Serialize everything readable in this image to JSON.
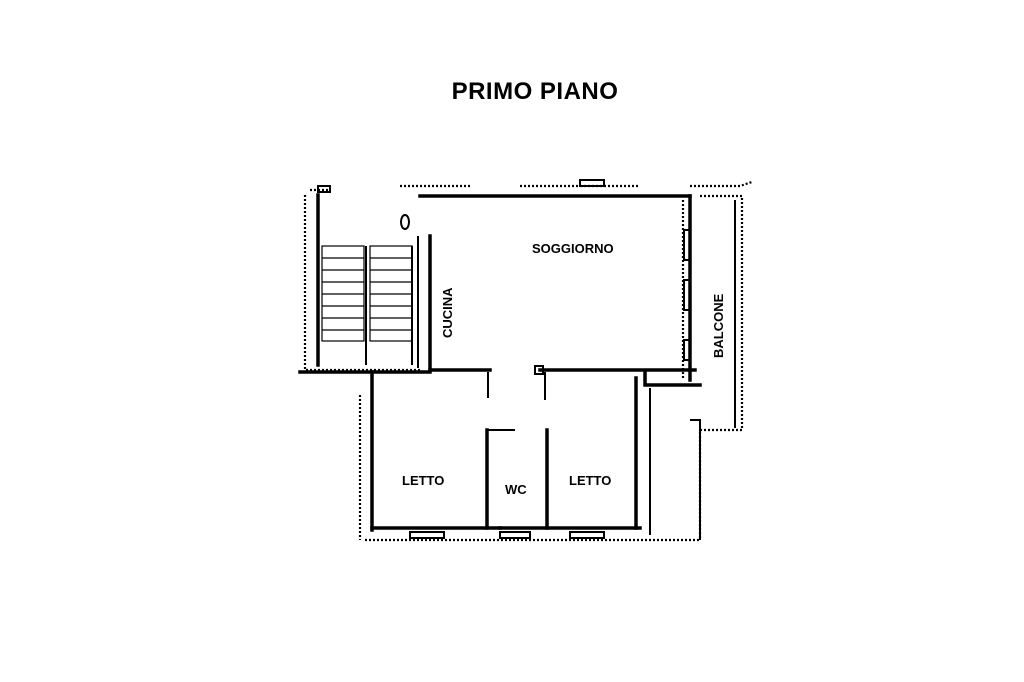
{
  "plan": {
    "title": "PRIMO PIANO",
    "rooms": {
      "soggiorno": "SOGGIORNO",
      "cucina": "CUCINA",
      "balcone": "BALCONE",
      "letto_left": "LETTO",
      "wc": "WC",
      "letto_right": "LETTO"
    }
  }
}
